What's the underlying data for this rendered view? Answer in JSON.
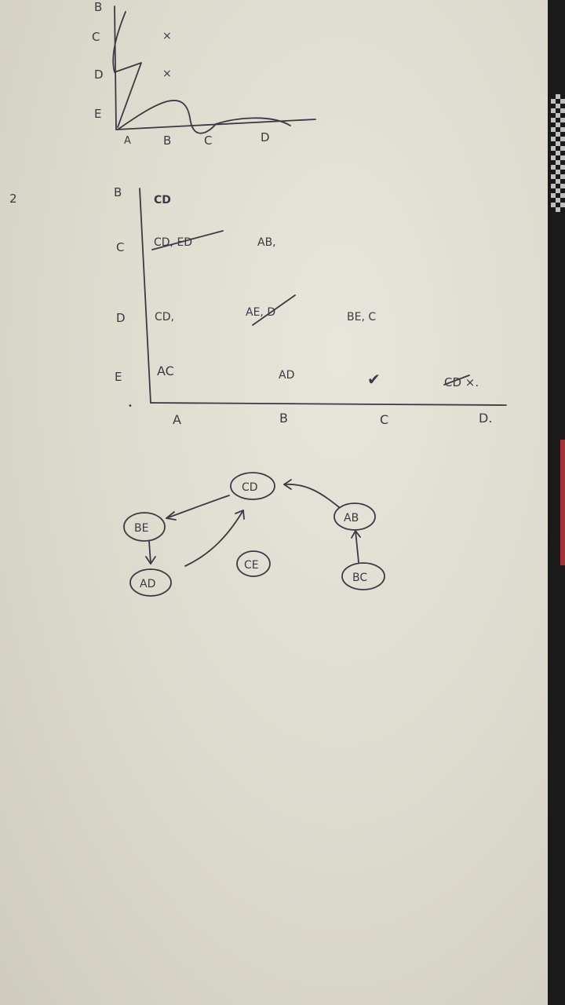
{
  "sketch1": {
    "y_labels": [
      "B",
      "C",
      "D",
      "E"
    ],
    "x_labels": [
      "A",
      "B",
      "C",
      "D"
    ],
    "marks": [
      "×",
      "×"
    ]
  },
  "sketch2": {
    "number": "2",
    "y_labels": [
      "B",
      "C",
      "D",
      "E"
    ],
    "x_labels": [
      "A",
      "B",
      "C",
      "D."
    ],
    "cells": {
      "b_a": "CD",
      "c_a": "CD, ED",
      "c_b": "AB,",
      "d_a": "CD,",
      "d_b": "AE, D",
      "d_c": "BE, C",
      "e_a": "AC",
      "e_b": "AD",
      "e_c": "✔",
      "e_d": "CD ×."
    }
  },
  "graph": {
    "nodes": [
      "CD",
      "BE",
      "AD",
      "CE",
      "AB",
      "BC"
    ]
  }
}
